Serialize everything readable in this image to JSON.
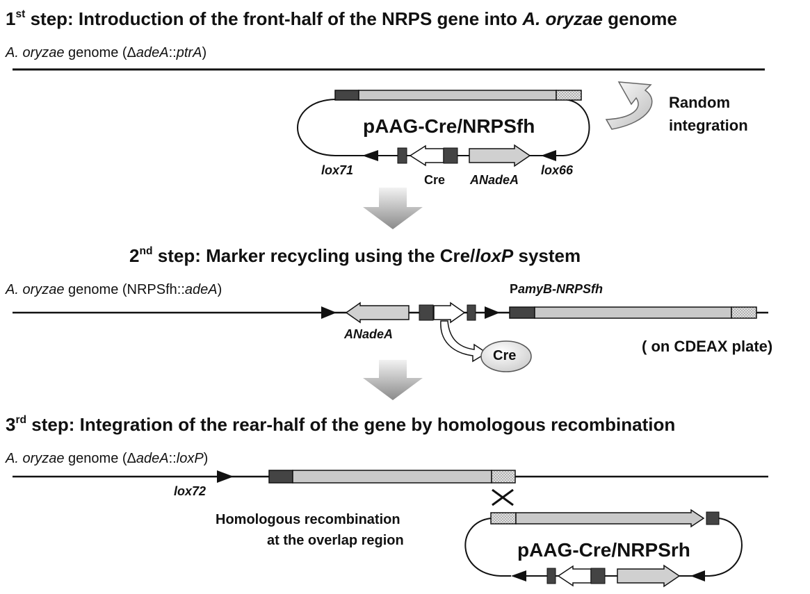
{
  "step1": {
    "title_sup": "st",
    "title_pre": "step: Introduction of the front-half of the NRPS gene into",
    "title_it": "A. oryzae",
    "title_post": "genome",
    "genome_it": "A. oryzae",
    "genome_plain": "genome (Δ",
    "genome_it2": "adeA",
    "genome_mid": "::",
    "genome_it3": "ptrA",
    "genome_end": ")",
    "plasmid": "pAAG-Cre/NRPSfh",
    "lox_left": "lox71",
    "lox_right": "lox66",
    "cre": "Cre",
    "anadea": "ANadeA",
    "random": "Random",
    "integration": "integration"
  },
  "step2": {
    "title_sup": "nd",
    "title_pre": "step: Marker recycling using the Cre/",
    "title_it": "loxP",
    "title_post": "system",
    "genome_it": "A. oryzae",
    "genome_plain": "genome (NRPSfh::",
    "genome_it2": "adeA",
    "genome_end": ")",
    "promoter_p": "P",
    "promoter_it": "amyB-NRPSfh",
    "anadea": "ANadeA",
    "cre": "Cre",
    "plate": "( on CDEAX plate)"
  },
  "step3": {
    "title_sup": "rd",
    "title_pre": "step: Integration of the rear-half of the gene by homologous recombination",
    "genome_it": "A. oryzae",
    "genome_plain": "genome (Δ",
    "genome_it2": "adeA",
    "genome_mid": "::",
    "genome_it3": "loxP",
    "genome_end": ")",
    "lox": "lox72",
    "homolog1": "Homologous recombination",
    "homolog2": "at the overlap region",
    "plasmid": "pAAG-Cre/NRPSrh"
  }
}
